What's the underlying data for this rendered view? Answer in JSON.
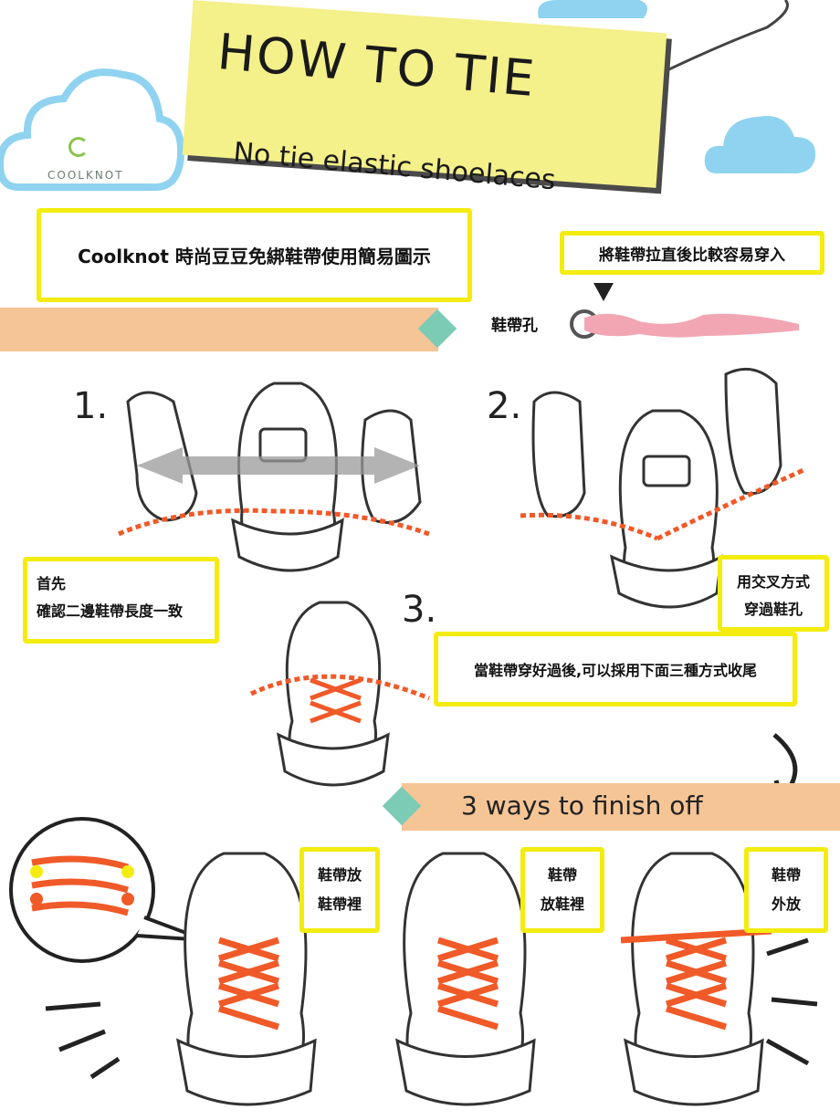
{
  "header": {
    "title": "HOW TO TIE",
    "subtitle": "No tie elastic shoelaces",
    "brand": "COOLKNOT"
  },
  "intro": {
    "main_caption": "Coolknot 時尚豆豆免綁鞋帶使用簡易圖示",
    "tip_caption": "將鞋帶拉直後比較容易穿入",
    "eyelet_label": "鞋帶孔"
  },
  "steps": [
    {
      "number": "1.",
      "caption_line1": "首先",
      "caption_line2": "確認二邊鞋帶長度一致"
    },
    {
      "number": "2.",
      "caption_line1": "用交叉方式",
      "caption_line2": "穿過鞋孔"
    },
    {
      "number": "3.",
      "caption_line1": "當鞋帶穿好過後,可以採用下面三種方式收尾",
      "caption_line2": ""
    }
  ],
  "finish": {
    "heading": "3 ways to finish off",
    "options": [
      {
        "line1": "鞋帶放",
        "line2": "鞋帶裡"
      },
      {
        "line1": "鞋帶",
        "line2": "放鞋裡"
      },
      {
        "line1": "鞋帶",
        "line2": "外放"
      }
    ]
  },
  "colors": {
    "highlight_border": "#f3ec0e",
    "tag_yellow": "#f4f08a",
    "band_peach": "#f6c596",
    "diamond_teal": "#7ccbb5",
    "cloud_blue": "#8fd3f0",
    "lace_orange": "#f05a28"
  }
}
